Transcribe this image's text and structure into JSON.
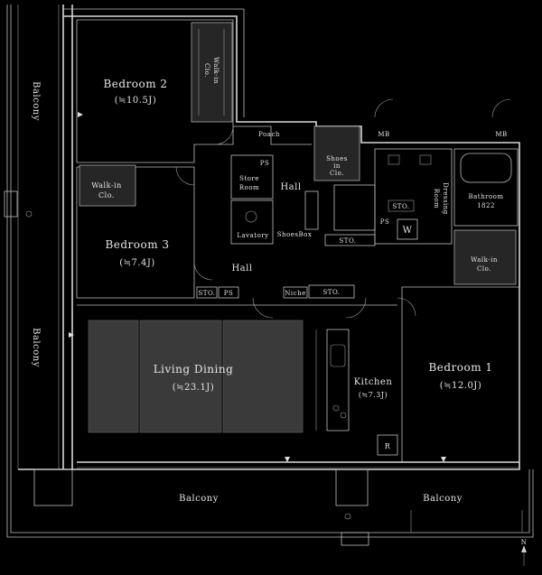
{
  "labels": {
    "bedroom2": "Bedroom 2",
    "bedroom2_area": "(≒10.5J)",
    "walkin_top": "Walk-in",
    "walkin_top2": "Clo.",
    "balcony_left_top": "Balcony",
    "balcony_left_bottom": "Balcony",
    "walkin_left1": "Walk-in",
    "walkin_left2": "Clo.",
    "bedroom3": "Bedroom 3",
    "bedroom3_area": "(≒7.4J)",
    "poach": "Poach",
    "ps1": "PS",
    "store_room1": "Store",
    "store_room2": "Room",
    "lavatory": "Lavatory",
    "hall_top": "Hall",
    "hall_bottom": "Hall",
    "shoesbox": "ShoesBox",
    "shoes_clo1": "Shoes",
    "shoes_clo2": "in",
    "shoes_clo3": "Clo.",
    "mb1": "MB",
    "mb2": "MB",
    "dressing1": "Dressing",
    "dressing2": "Room",
    "bathroom": "Bathroom",
    "bathroom_size": "1822",
    "sto1": "STO.",
    "ps2": "PS",
    "w": "W",
    "sto2": "STO.",
    "walkin_right1": "Walk-in",
    "walkin_right2": "Clo.",
    "sto3": "STO.",
    "ps3": "PS",
    "niche": "Niche",
    "sto4": "STO.",
    "living": "Living Dining",
    "living_area": "(≒23.1J)",
    "kitchen": "Kitchen",
    "kitchen_area": "(≒7.3J)",
    "bedroom1": "Bedroom 1",
    "bedroom1_area": "(≒12.0J)",
    "r": "R",
    "balcony_bottom_left": "Balcony",
    "balcony_bottom_right": "Balcony",
    "north": "N"
  }
}
